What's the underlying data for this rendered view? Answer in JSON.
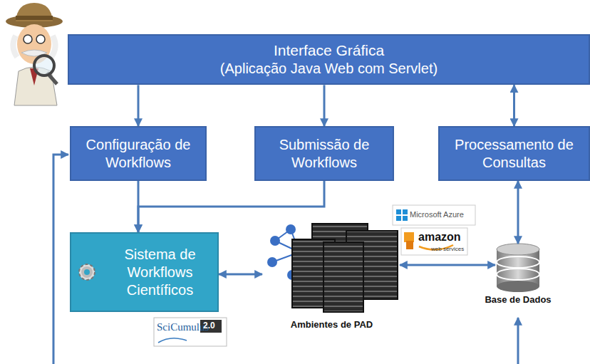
{
  "diagram": {
    "nodes": [
      {
        "text": [
          "Interface Gráfica",
          "(Aplicação Java Web com Servlet)"
        ]
      },
      {
        "text": [
          "Configuração de Workflows"
        ]
      },
      {
        "text": [
          "Submissão de Workflows"
        ]
      },
      {
        "text": [
          "Processamento de Consultas"
        ]
      },
      {
        "text": [
          "Sistema de Workflows Científicos"
        ]
      },
      {
        "text": [
          "Ambientes de PAD"
        ]
      },
      {
        "text": [
          "Base de Dados"
        ]
      }
    ],
    "edges": [
      {
        "from": 0,
        "to": 1,
        "arrow": "to"
      },
      {
        "from": 0,
        "to": 2,
        "arrow": "to"
      },
      {
        "from": 0,
        "to": 3,
        "arrow": "both"
      },
      {
        "from": 3,
        "to": 6,
        "arrow": "both"
      },
      {
        "from": 1,
        "to": 4,
        "arrow": "to"
      },
      {
        "from": 2,
        "to": 4,
        "arrow": "to"
      },
      {
        "from": 4,
        "to": 5,
        "arrow": "both"
      },
      {
        "from": 5,
        "to": 6,
        "arrow": "both"
      }
    ],
    "labels": [
      "Microsoft Azure",
      "amazon",
      "web services",
      "SciCumulus",
      "2.0"
    ]
  }
}
